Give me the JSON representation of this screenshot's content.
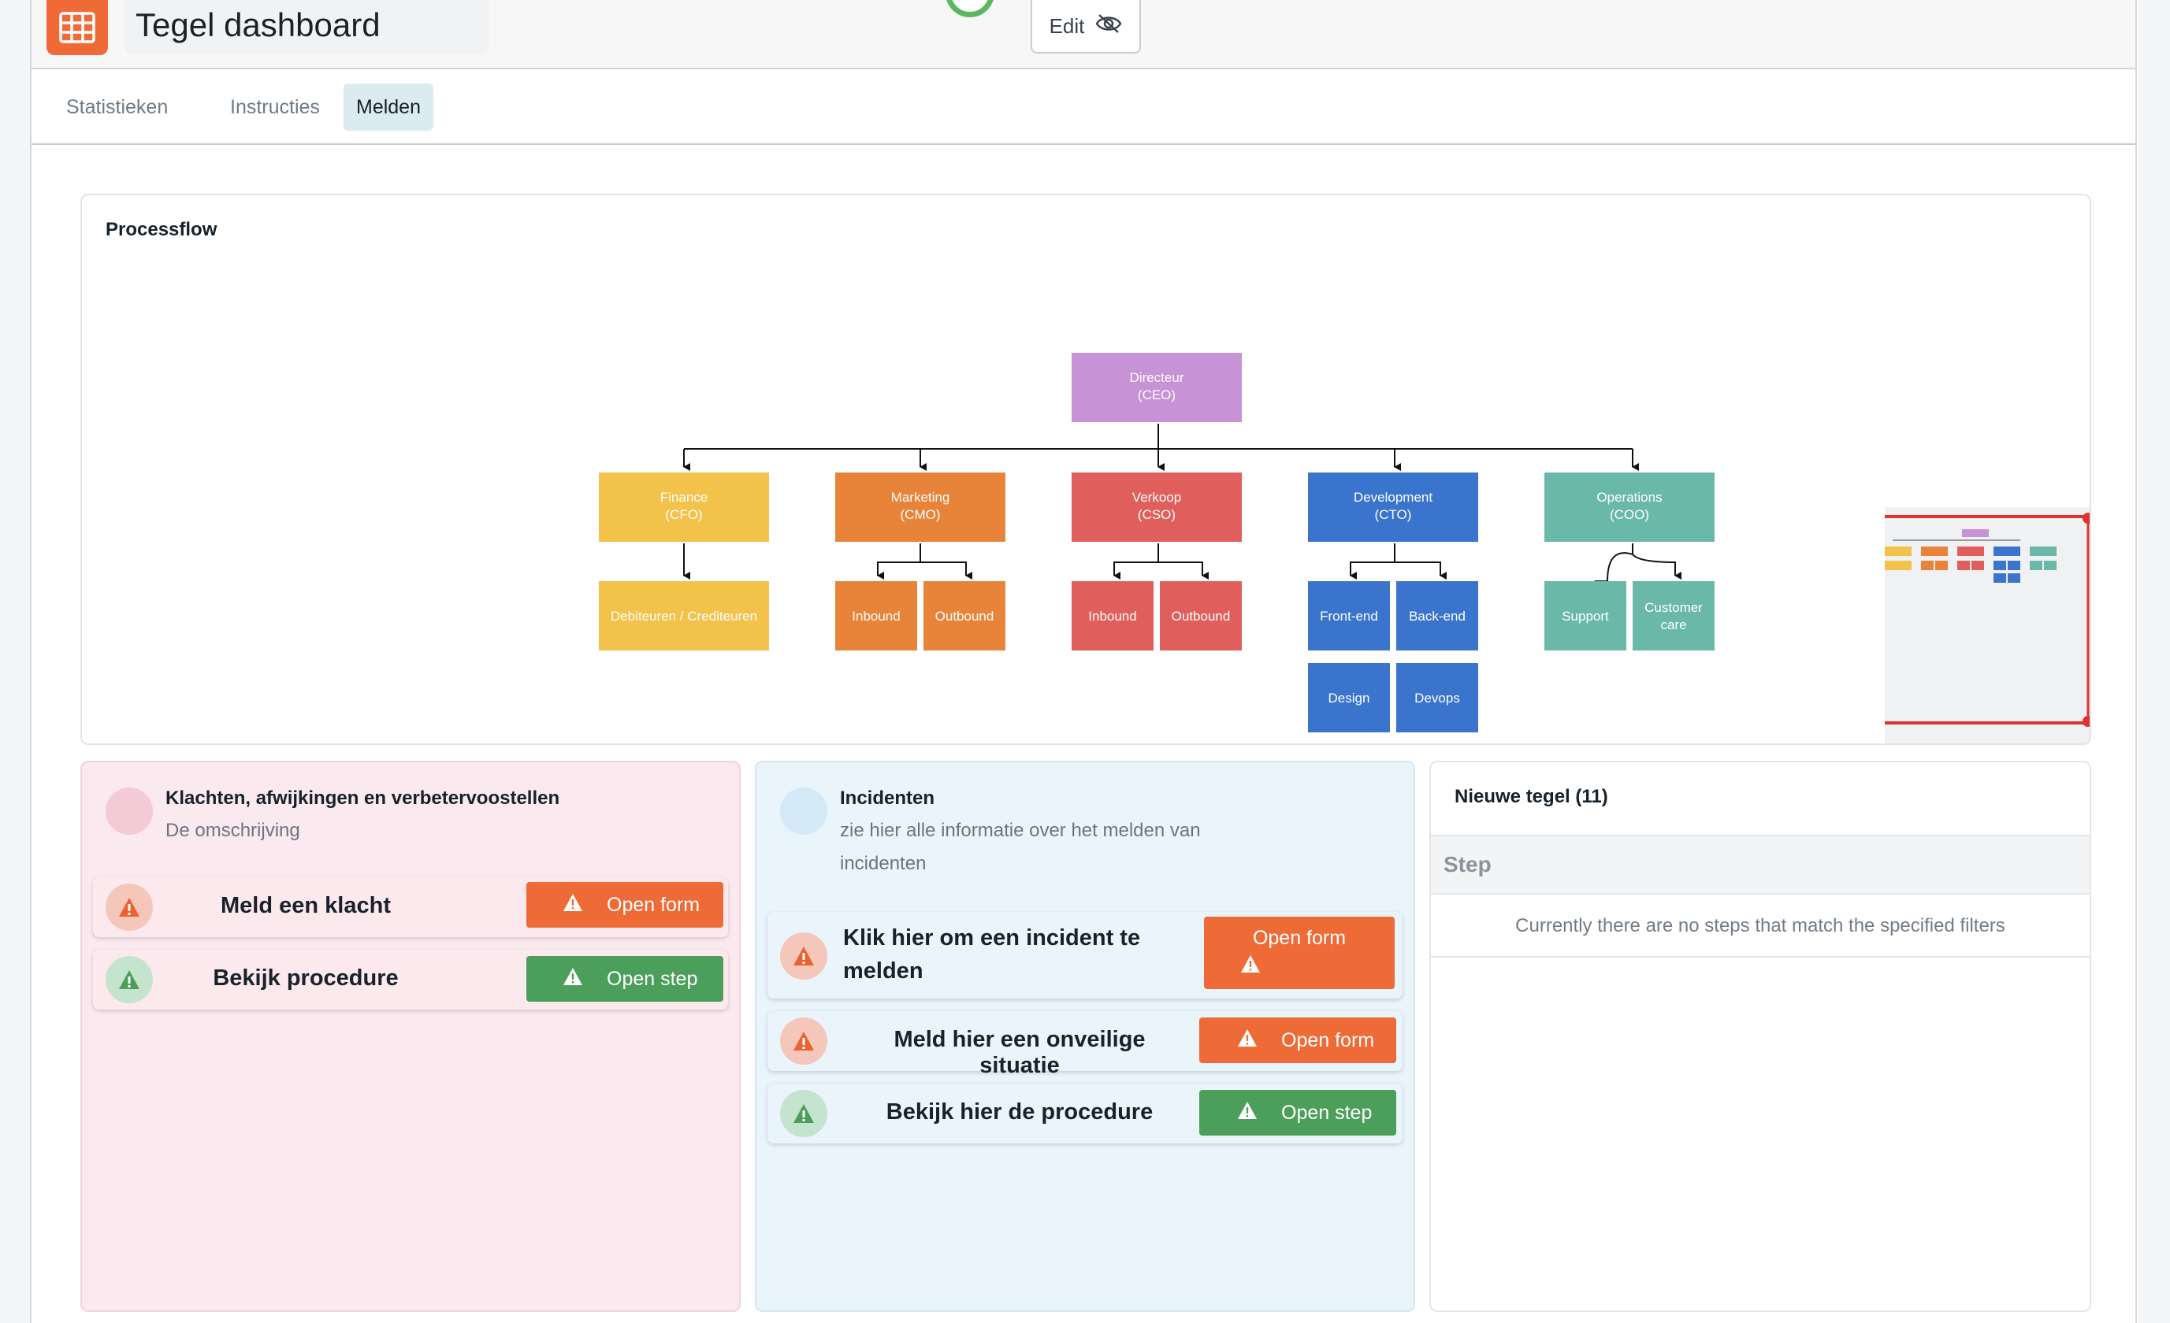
{
  "header": {
    "title": "Tegel dashboard",
    "edit_label": "Edit"
  },
  "tabs": [
    {
      "label": "Statistieken",
      "active": false
    },
    {
      "label": "Instructies",
      "active": false
    },
    {
      "label": "Melden",
      "active": true
    }
  ],
  "processflow": {
    "title": "Processflow",
    "root": {
      "line1": "Directeur",
      "line2": "(CEO)",
      "color": "#c792d6"
    },
    "departments": [
      {
        "line1": "Finance",
        "line2": "(CFO)",
        "color": "#f2c24b",
        "children": [
          "Debiteuren / Crediteuren"
        ]
      },
      {
        "line1": "Marketing",
        "line2": "(CMO)",
        "color": "#e8843a",
        "children": [
          "Inbound",
          "Outbound"
        ]
      },
      {
        "line1": "Verkoop",
        "line2": "(CSO)",
        "color": "#e05f5c",
        "children": [
          "Inbound",
          "Outbound"
        ]
      },
      {
        "line1": "Development",
        "line2": "(CTO)",
        "color": "#3a74cd",
        "children": [
          "Front-end",
          "Back-end",
          "Design",
          "Devops"
        ]
      },
      {
        "line1": "Operations",
        "line2": "(COO)",
        "color": "#6ab8aa",
        "children": [
          "Support",
          "Customer care"
        ]
      }
    ]
  },
  "cards": {
    "klachten": {
      "title": "Klachten, afwijkingen en verbetervoostellen",
      "description": "De omschrijving",
      "items": [
        {
          "label": "Meld een klacht",
          "button": "Open form",
          "kind": "form"
        },
        {
          "label": "Bekijk procedure",
          "button": "Open step",
          "kind": "step"
        }
      ]
    },
    "incidenten": {
      "title": "Incidenten",
      "description": "zie hier alle informatie over het melden van incidenten",
      "items": [
        {
          "label": "Klik hier om een incident te melden",
          "button": "Open form",
          "kind": "form"
        },
        {
          "label": "Meld hier een onveilige situatie",
          "button": "Open form",
          "kind": "form"
        },
        {
          "label": "Bekijk hier de procedure",
          "button": "Open step",
          "kind": "step"
        }
      ]
    },
    "nieuwe_tegel": {
      "title": "Nieuwe tegel (11)",
      "column_header": "Step",
      "empty_message": "Currently there are no steps that match the specified filters"
    }
  },
  "colors": {
    "accent_orange": "#ee6b37",
    "accent_green": "#4c9f5b",
    "tab_active_bg": "#dcebf0"
  }
}
